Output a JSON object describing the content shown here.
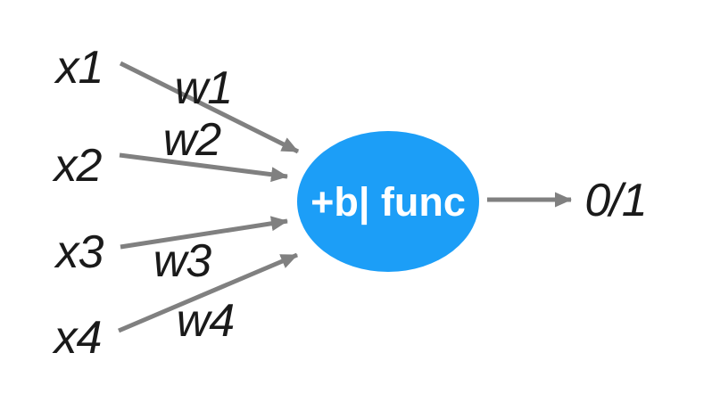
{
  "diagram": {
    "type": "perceptron-neuron-diagram",
    "inputs": [
      {
        "label": "x1",
        "weight": "w1"
      },
      {
        "label": "x2",
        "weight": "w2"
      },
      {
        "label": "x3",
        "weight": "w3"
      },
      {
        "label": "x4",
        "weight": "w4"
      }
    ],
    "neuron": {
      "label": "+b| func"
    },
    "output": {
      "label": "0/1"
    },
    "colors": {
      "neuron_fill": "#1C9EF7",
      "arrow": "#808080",
      "neuron_text": "#FFFFFF",
      "label_text": "#1A1A1A",
      "background": "#FFFFFF"
    }
  }
}
